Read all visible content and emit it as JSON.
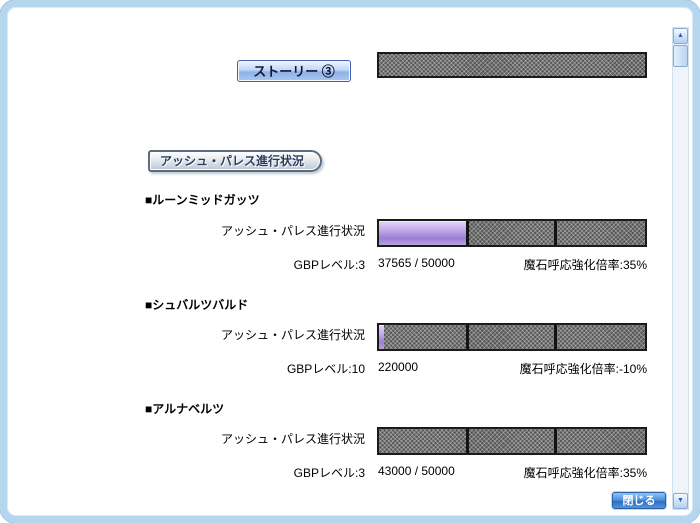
{
  "story": {
    "button_label": "ストーリー ③"
  },
  "badge": {
    "title": "アッシュ・パレス進行状況"
  },
  "regions": [
    {
      "name": "■ルーンミッドガッツ",
      "progress_label": "アッシュ・パレス進行状況",
      "gbp_level": "GBPレベル:3",
      "points": "37565 / 50000",
      "rate": "魔石呼応強化倍率:35%",
      "fill_percent": 33.4
    },
    {
      "name": "■シュバルツバルド",
      "progress_label": "アッシュ・パレス進行状況",
      "gbp_level": "GBPレベル:10",
      "points": "220000",
      "rate": "魔石呼応強化倍率:-10%",
      "fill_percent": 2
    },
    {
      "name": "■アルナベルツ",
      "progress_label": "アッシュ・パレス進行状況",
      "gbp_level": "GBPレベル:3",
      "points": "43000 / 50000",
      "rate": "魔石呼応強化倍率:35%",
      "fill_percent": 0
    }
  ],
  "footer": {
    "close_label": "閉じる"
  },
  "scrollbar": {
    "up_icon": "▲",
    "down_icon": "▼"
  },
  "colors": {
    "frame": "#b6d6ee",
    "bar_fill": "#a98fd8",
    "close_blue": "#3b7fd4"
  }
}
